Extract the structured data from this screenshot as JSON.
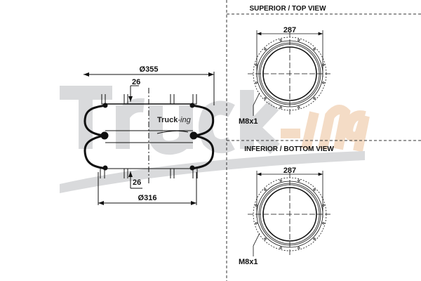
{
  "watermark": {
    "main": "Truck",
    "suffix": "-ing",
    "colors": {
      "main": "#d9dadc",
      "suffix": "#f4dcc6"
    }
  },
  "side_view": {
    "logo_main": "Truck",
    "logo_suffix": "-ing",
    "dim_top_diameter": "Ø355",
    "dim_top_height": "26",
    "dim_bottom_height": "26",
    "dim_bottom_diameter": "Ø316"
  },
  "top_view": {
    "title": "SUPERIOR / TOP VIEW",
    "dim": "287",
    "thread": "M8x1"
  },
  "bottom_view": {
    "title": "INFERIOR / BOTTOM VIEW",
    "dim": "287",
    "thread": "M8x1"
  }
}
